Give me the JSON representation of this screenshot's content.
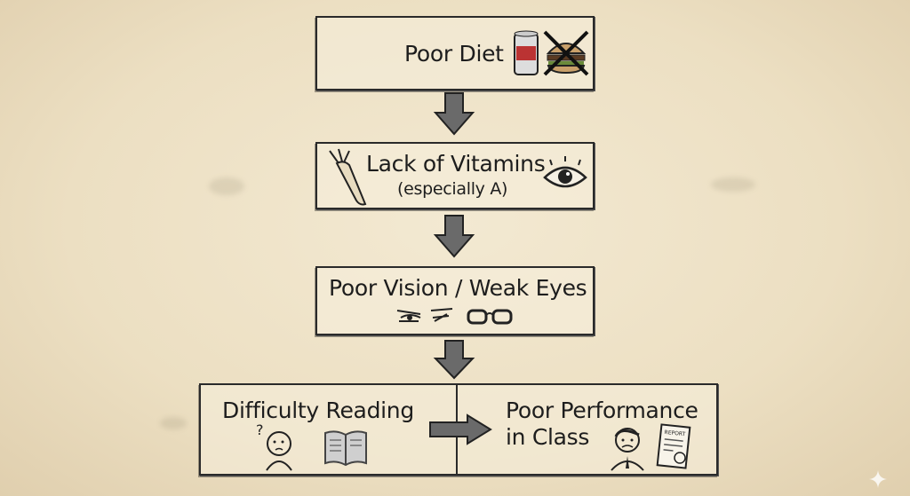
{
  "steps": [
    {
      "title": "Poor Diet",
      "icons": [
        "soda-can-icon",
        "crossed-burger-icon"
      ]
    },
    {
      "title": "Lack of Vitamins",
      "subtitle": "(especially A)",
      "icons": [
        "carrot-icon",
        "eye-icon"
      ]
    },
    {
      "title": "Poor Vision / Weak Eyes",
      "icons": [
        "squinting-eyes-icon",
        "glasses-icon"
      ]
    }
  ],
  "outcome": {
    "left": {
      "title": "Difficulty Reading",
      "icons": [
        "confused-child-icon",
        "book-icon"
      ]
    },
    "right": {
      "title_line1": "Poor Performance",
      "title_line2": "in Class",
      "icons": [
        "sad-person-icon",
        "report-card-icon"
      ],
      "report_label": "REPORT"
    }
  },
  "colors": {
    "background": "#efe3c8",
    "ink": "#1d1d1d",
    "arrow_fill": "#6a6a6a"
  }
}
